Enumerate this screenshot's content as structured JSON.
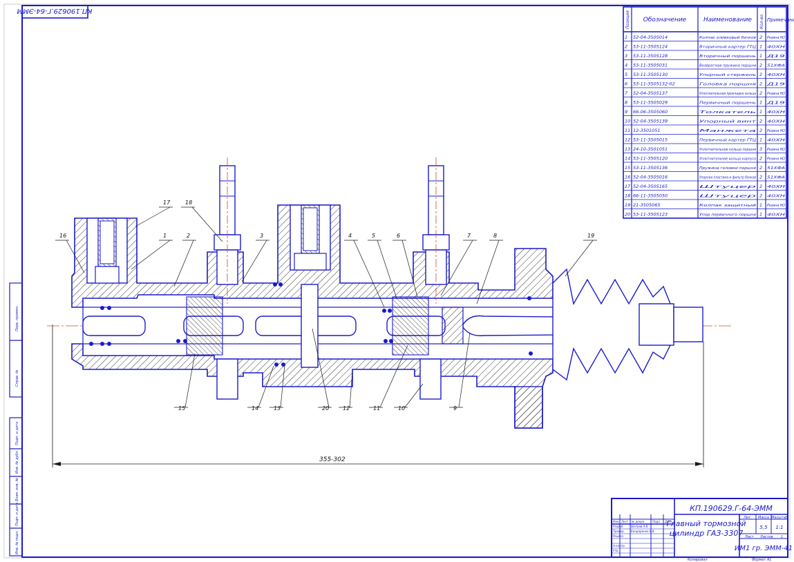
{
  "stamp_top_left": "КП.190629.Г-64-ЭММ",
  "spec_table": {
    "headers": {
      "pos": "Позиция",
      "designation": "Обозначение",
      "name": "Наименование",
      "qty": "Кол-во",
      "note": "Примечание"
    },
    "rows": [
      {
        "pos": "1",
        "designation": "52-04-3505014",
        "name": "Колпак оливковый бачков",
        "qty": "2",
        "note": "Резина НО"
      },
      {
        "pos": "2",
        "designation": "53-11-3505124",
        "name": "Вторичный картер ГТЦ",
        "qty": "1",
        "note": "40ХН"
      },
      {
        "pos": "3",
        "designation": "53-11-3505128",
        "name": "Вторичный поршень",
        "qty": "1",
        "note": "Д19"
      },
      {
        "pos": "4",
        "designation": "53-11-3505031",
        "name": "Возвратная пружина поршня",
        "qty": "2",
        "note": "51ХФА"
      },
      {
        "pos": "5",
        "designation": "53-11-3505130",
        "name": "Упорный стержень",
        "qty": "2",
        "note": "40ХН"
      },
      {
        "pos": "6",
        "designation": "53-11-3505132-02",
        "name": "Головка поршня",
        "qty": "2",
        "note": "Д19"
      },
      {
        "pos": "7",
        "designation": "52-04-3505137",
        "name": "Уплотнительная прокладка кольца",
        "qty": "2",
        "note": "Резина НО"
      },
      {
        "pos": "8",
        "designation": "53-11-3505029",
        "name": "Первичный поршень",
        "qty": "1",
        "note": "Д19"
      },
      {
        "pos": "9",
        "designation": "66-06-3505060",
        "name": "Толкатель",
        "qty": "1",
        "note": "40ХН"
      },
      {
        "pos": "10",
        "designation": "52-04-3505139",
        "name": "Упорный винт",
        "qty": "2",
        "note": "40ХН"
      },
      {
        "pos": "11",
        "designation": "12-3501051",
        "name": "Манжета",
        "qty": "2",
        "note": "Резина НО"
      },
      {
        "pos": "12",
        "designation": "53-11-3505015",
        "name": "Первичный картер ГТЦ",
        "qty": "1",
        "note": "40ХН"
      },
      {
        "pos": "13",
        "designation": "24-10-3501051",
        "name": "Уплотнительное кольцо поршня",
        "qty": "3",
        "note": "Резина НО"
      },
      {
        "pos": "14",
        "designation": "53-11-3505120",
        "name": "Уплотнительное кольцо корпуса",
        "qty": "2",
        "note": "Резина НО"
      },
      {
        "pos": "15",
        "designation": "53-11-3505136",
        "name": "Пружина головки поршня",
        "qty": "2",
        "note": "51ХФА"
      },
      {
        "pos": "16",
        "designation": "52-04-3505016",
        "name": "Упорная пластина и фильтр бачков",
        "qty": "2",
        "note": "51ХФА"
      },
      {
        "pos": "17",
        "designation": "52-04-3505165",
        "name": "Штуцер",
        "qty": "2",
        "note": "40ХН"
      },
      {
        "pos": "18",
        "designation": "66-11-3505050",
        "name": "Штуцер",
        "qty": "2",
        "note": "40ХН"
      },
      {
        "pos": "19",
        "designation": "21-3505065",
        "name": "Колпак защитный",
        "qty": "1",
        "note": "Резина НО"
      },
      {
        "pos": "20",
        "designation": "53-11-3505123",
        "name": "Упор первичного поршня",
        "qty": "1",
        "note": "40ХН"
      }
    ]
  },
  "callouts": [
    "17",
    "18",
    "16",
    "1",
    "2",
    "3",
    "4",
    "5",
    "6",
    "7",
    "8",
    "19",
    "15",
    "14",
    "13",
    "20",
    "12",
    "11",
    "10",
    "9"
  ],
  "dimension": "355-302",
  "title_block": {
    "code": "КП.190629.Г-64-ЭММ",
    "title_line1": "Главный тормозной",
    "title_line2": "цилиндр ГАЗ-3307",
    "lit_header": "Лит.",
    "mass_header": "Масса",
    "scale_header": "Масштаб",
    "mass": "5,5",
    "scale": "1:1",
    "sheet_label": "Лист",
    "sheets_label": "Листов",
    "sheets": "1",
    "group": "ИМ1 гр. ЭММ-41",
    "copied": "Копировал",
    "format": "Формат А1",
    "rows": [
      {
        "role": "Разраб.",
        "name": "Шатров А.В."
      },
      {
        "role": "Провер.",
        "name": "Бондаренко Б.В."
      },
      {
        "role": "Реценз.",
        "name": ""
      },
      {
        "role": "Н.контр.",
        "name": ""
      },
      {
        "role": "Утв.",
        "name": ""
      }
    ],
    "col_headers": [
      "Изм.",
      "Лист",
      "№ докум.",
      "Подп.",
      "Дата"
    ]
  },
  "left_strip": [
    "Перв. примен.",
    "Справ. №",
    "Подп. и дата",
    "Инв. № дубл.",
    "Взам. инв. №",
    "Подп. и дата",
    "Инв. № подл."
  ]
}
